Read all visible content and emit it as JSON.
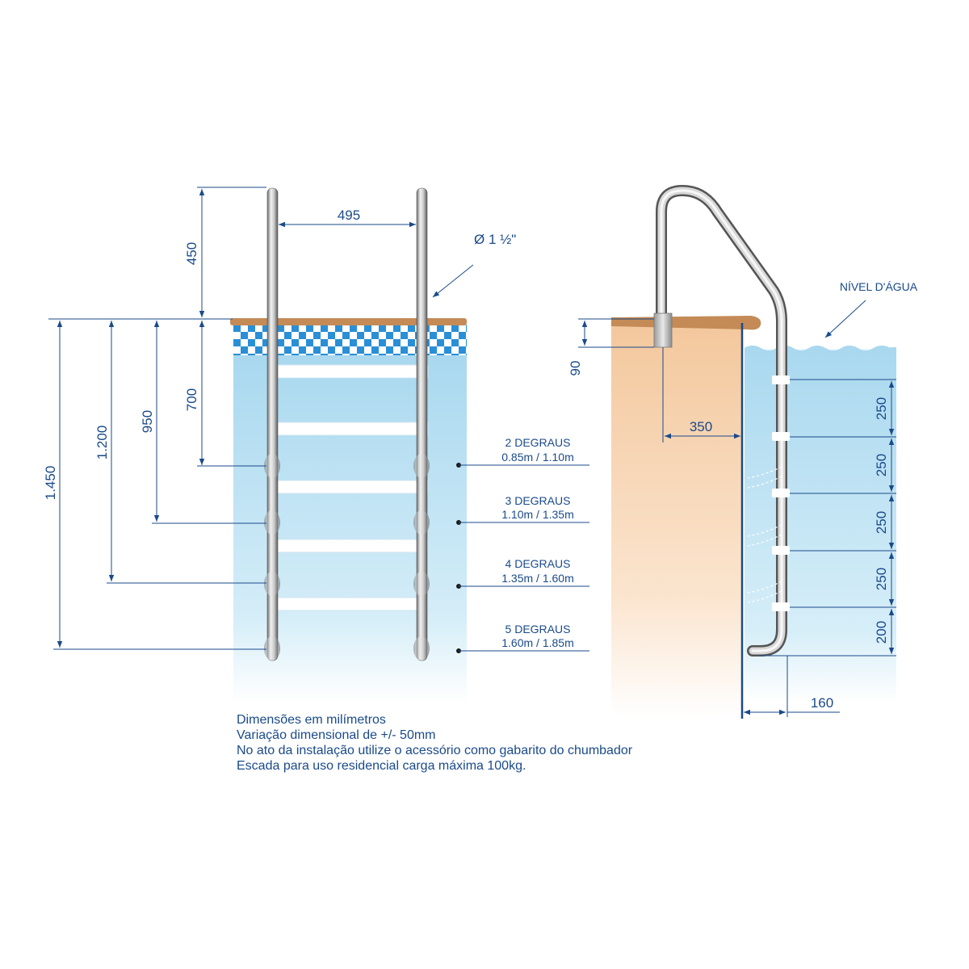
{
  "front_view": {
    "width_label": "495",
    "above_deck_label": "450",
    "depth_700_label": "700",
    "depth_950_label": "950",
    "depth_1200_label": "1.200",
    "depth_1450_label": "1.450",
    "tube_label": "Ø 1 ½\"",
    "step_options": [
      {
        "title": "2 DEGRAUS",
        "range": "0.85m / 1.10m"
      },
      {
        "title": "3 DEGRAUS",
        "range": "1.10m / 1.35m"
      },
      {
        "title": "4 DEGRAUS",
        "range": "1.35m / 1.60m"
      },
      {
        "title": "5 DEGRAUS",
        "range": "1.60m / 1.85m"
      }
    ]
  },
  "side_view": {
    "water_level_label": "NÍVEL D'ÁGUA",
    "anchor_depth_label": "90",
    "anchor_offset_label": "350",
    "wall_offset_label": "160",
    "step_spacings": [
      "250",
      "250",
      "250",
      "250",
      "200"
    ]
  },
  "notes": [
    "Dimensões em milímetros",
    "Variação dimensional de +/- 50mm",
    "No ato da instalação utilize o acessório como gabarito do chumbador",
    "Escada para uso residencial carga máxima 100kg."
  ],
  "colors": {
    "dimension": "#1a4a8a",
    "water": "#bfe3f3",
    "deck": "#c48b57",
    "tile": "#2a8fd6"
  }
}
